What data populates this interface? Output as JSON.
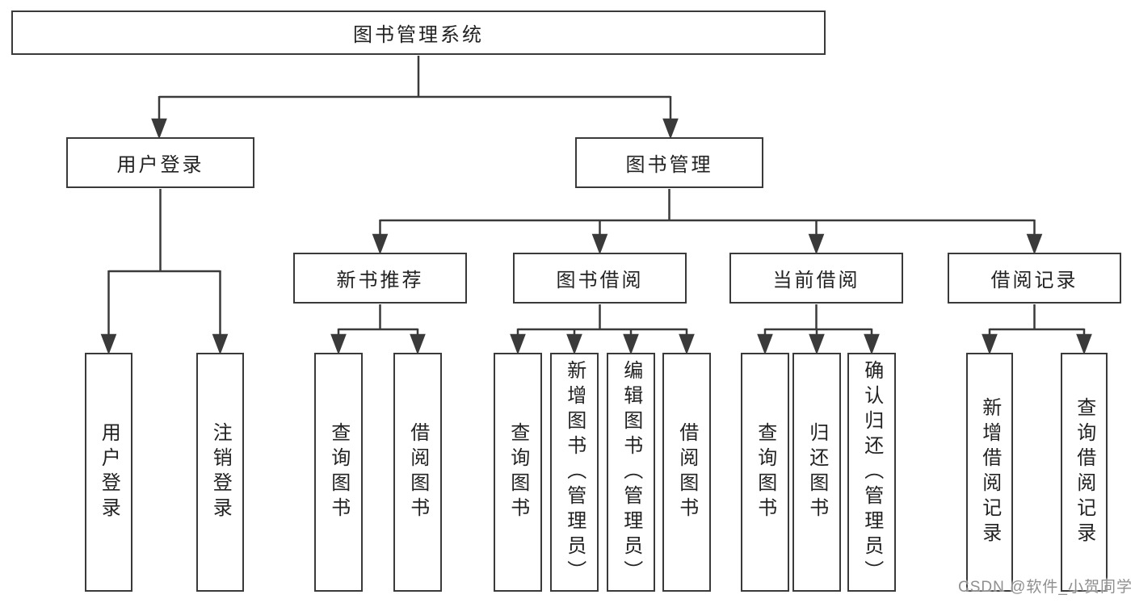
{
  "tree": {
    "root": "图书管理系统",
    "user_branch": {
      "label": "用户登录",
      "children": [
        "用户登录",
        "注销登录"
      ]
    },
    "book_branch": {
      "label": "图书管理",
      "sections": [
        {
          "label": "新书推荐",
          "children": [
            "查询图书",
            "借阅图书"
          ]
        },
        {
          "label": "图书借阅",
          "children": [
            "查询图书",
            "新增图书（管理员）",
            "编辑图书（管理员）",
            "借阅图书"
          ]
        },
        {
          "label": "当前借阅",
          "children": [
            "查询图书",
            "归还图书",
            "确认归还（管理员）"
          ]
        },
        {
          "label": "借阅记录",
          "children": [
            "新增借阅记录",
            "查询借阅记录"
          ]
        }
      ]
    }
  },
  "watermark": "CSDN @软件_小贺同学",
  "colors": {
    "line": "#3a3a3a",
    "box_border": "#3a3a3a",
    "box_background": "#ffffff",
    "text": "#222222",
    "watermark_text": "#8f8f8f",
    "background": "#ffffff"
  }
}
